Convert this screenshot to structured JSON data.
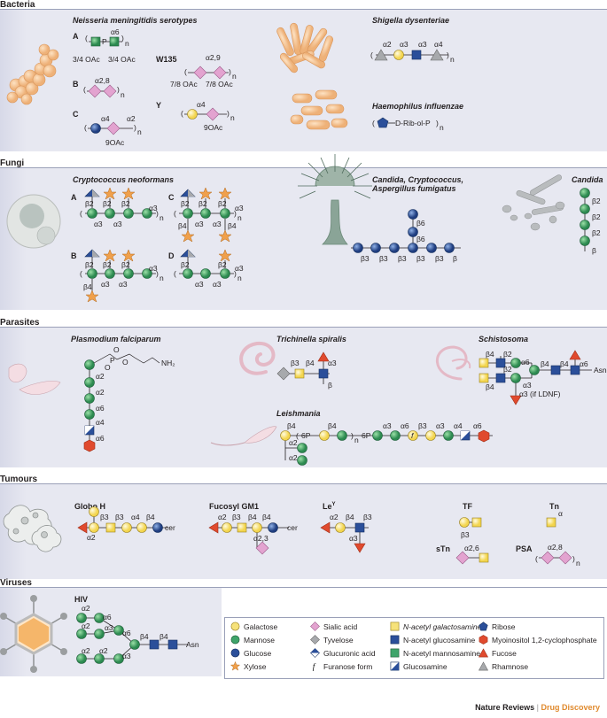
{
  "sections": {
    "bacteria": "Bacteria",
    "fungi": "Fungi",
    "parasites": "Parasites",
    "tumours": "Tumours",
    "viruses": "Viruses"
  },
  "bacteria": {
    "neisseria": "Neisseria meningitidis serotypes",
    "shigella": "Shigella dysenteriae",
    "haemophilus": "Haemophilus influenzae",
    "labels": [
      "A",
      "B",
      "C",
      "W135",
      "Y"
    ],
    "ac_a": "3/4 OAc",
    "ac_w135": "7/8 OAc",
    "ac_c": "9OAc",
    "ac_y": "9OAc",
    "hib_chain": "D-Rib-ol-P"
  },
  "fungi": {
    "crypto": "Cryptococcus neoformans",
    "candida_multi": [
      "Candida, Cryptococcus,",
      "Aspergillus fumigatus"
    ],
    "candida": "Candida",
    "labels": [
      "A",
      "B",
      "C",
      "D"
    ]
  },
  "parasites": {
    "plasmodium": "Plasmodium falciparum",
    "trichinella": "Trichinella spiralis",
    "schistosoma": "Schistosoma",
    "leishmania": "Leishmania",
    "ldnf_note": "α3 (if LDNF)",
    "asn": "Asn",
    "nh2": "NH₂"
  },
  "tumours": {
    "globo": "Globo H",
    "fucosyl": "Fucosyl GM1",
    "ley": "Le",
    "ley_sup": "Y",
    "tf": "TF",
    "tn": "Tn",
    "stn": "sTn",
    "psa": "PSA",
    "cer": "cer"
  },
  "viruses": {
    "hiv": "HIV",
    "asn": "Asn"
  },
  "legend": [
    {
      "icon": "galactose-circle-icon",
      "label": "Galactose"
    },
    {
      "icon": "mannose-circle-icon",
      "label": "Mannose"
    },
    {
      "icon": "glucose-circle-icon",
      "label": "Glucose"
    },
    {
      "icon": "xylose-star-icon",
      "label": "Xylose"
    },
    {
      "icon": "sialic-acid-diamond-icon",
      "label": "Sialic acid"
    },
    {
      "icon": "tyvelose-diamond-icon",
      "label": "Tyvelose"
    },
    {
      "icon": "glucuronic-acid-diamond-icon",
      "label": "Glucuronic acid"
    },
    {
      "icon": "furanose-form-icon",
      "label": "Furanose form"
    },
    {
      "icon": "n-acetyl-galactosamine-square-icon",
      "label": "N-acetyl galactosamine"
    },
    {
      "icon": "n-acetyl-glucosamine-square-icon",
      "label": "N-acetyl glucosamine"
    },
    {
      "icon": "n-acetyl-mannosamine-square-icon",
      "label": "N-acetyl mannosamine"
    },
    {
      "icon": "glucosamine-square-icon",
      "label": "Glucosamine"
    },
    {
      "icon": "ribose-pentagon-icon",
      "label": "Ribose"
    },
    {
      "icon": "myoinositol-hexagon-icon",
      "label": "Myoinositol 1,2-cyclophosphate"
    },
    {
      "icon": "fucose-triangle-icon",
      "label": "Fucose"
    },
    {
      "icon": "rhamnose-triangle-icon",
      "label": "Rhamnose"
    }
  ],
  "colors": {
    "galactose": "#f6e27a",
    "mannose": "#3fa46a",
    "glucose": "#2b4f9a",
    "xylose": "#f0a04b",
    "sialic": "#e3a3d0",
    "tyvelose": "#a7a9ac",
    "galnac": "#f6e27a",
    "glcnac": "#2b4f9a",
    "manac": "#3fa46a",
    "fucose": "#e04a2e",
    "rhamnose": "#a7a9ac",
    "panel": "#e7e8f1",
    "organism": "#f5c08a"
  },
  "footer": {
    "journal": "Nature Reviews",
    "sep": "|",
    "section": "Drug Discovery"
  }
}
